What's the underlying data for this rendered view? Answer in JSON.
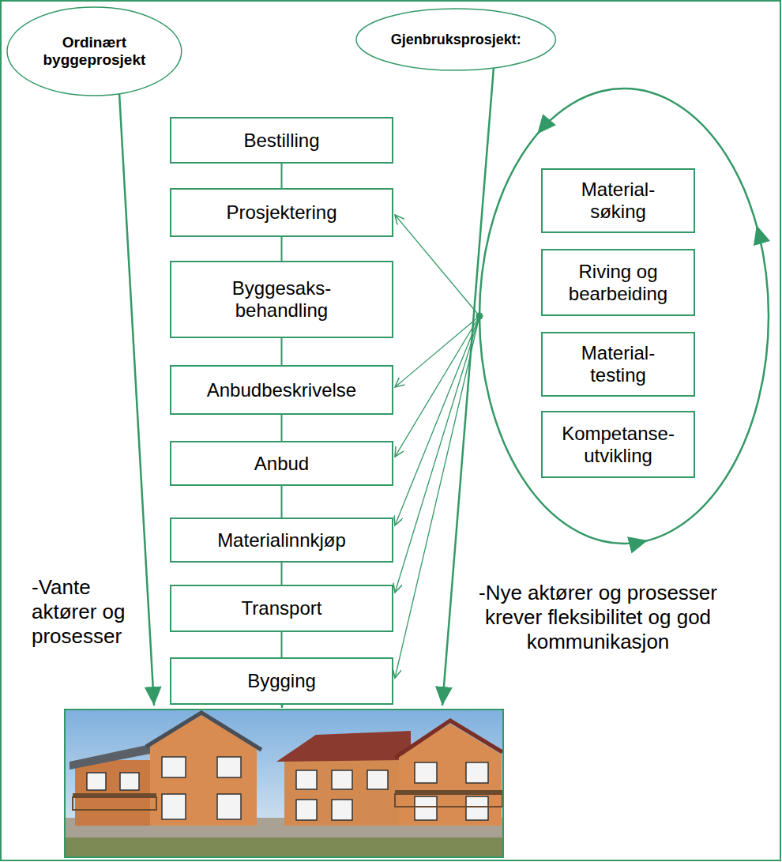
{
  "diagram": {
    "nodes": [
      {
        "text": [
          "Ordinært byggeprosjekt"
        ]
      },
      {
        "text": [
          "Gjenbruksprosjekt:"
        ]
      },
      {
        "text": [
          "Bestilling"
        ]
      },
      {
        "text": [
          "Prosjektering"
        ]
      },
      {
        "text": [
          "Byggesaks- behandling"
        ]
      },
      {
        "text": [
          "Anbudbeskrivelse"
        ]
      },
      {
        "text": [
          "Anbud"
        ]
      },
      {
        "text": [
          "Materialinnkjøp"
        ]
      },
      {
        "text": [
          "Transport"
        ]
      },
      {
        "text": [
          "Bygging"
        ]
      },
      {
        "text": [
          "Material- søking"
        ]
      },
      {
        "text": [
          "Riving og bearbeiding"
        ]
      },
      {
        "text": [
          "Material- testing"
        ]
      },
      {
        "text": [
          "Kompetanse- utvikling"
        ]
      }
    ],
    "edges": [
      {
        "from": 2,
        "to": 3,
        "arrow": "none"
      },
      {
        "from": 3,
        "to": 4,
        "arrow": "none"
      },
      {
        "from": 4,
        "to": 5,
        "arrow": "none"
      },
      {
        "from": 5,
        "to": 6,
        "arrow": "none"
      },
      {
        "from": 6,
        "to": 7,
        "arrow": "none"
      },
      {
        "from": 7,
        "to": 8,
        "arrow": "none"
      },
      {
        "from": 8,
        "to": 9,
        "arrow": "none"
      }
    ],
    "labels": [
      "-Vante aktører og prosesser",
      "-Nye aktører og prosesser krever fleksibilitet og god kommunikasjon"
    ]
  }
}
